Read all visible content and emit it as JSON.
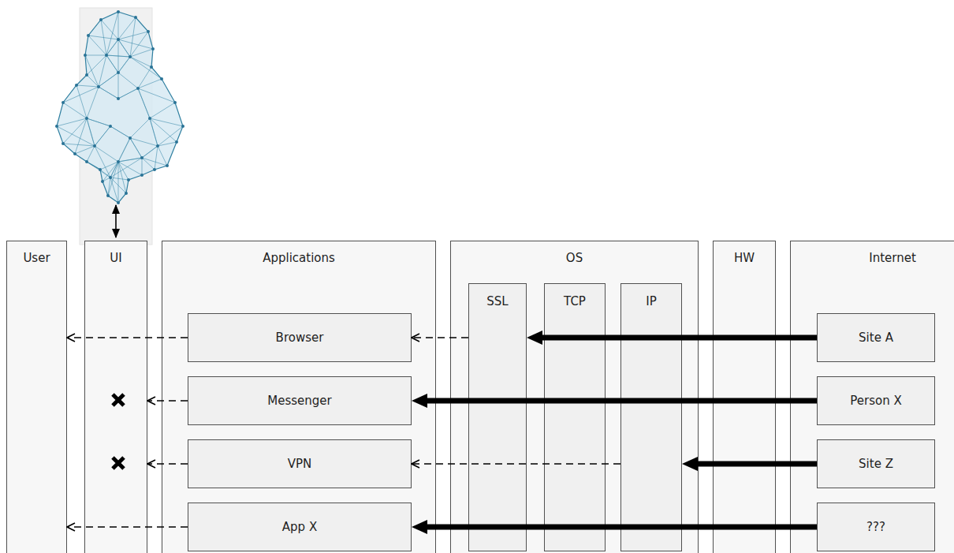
{
  "diagram": {
    "nodes": [
      {
        "text": [
          "User"
        ]
      },
      {
        "text": [
          "UI"
        ]
      },
      {
        "text": [
          "Applications"
        ]
      },
      {
        "text": [
          "Browser"
        ],
        "in": 2
      },
      {
        "text": [
          "Messenger"
        ],
        "in": 2
      },
      {
        "text": [
          "VPN"
        ],
        "in": 2
      },
      {
        "text": [
          "App X"
        ],
        "in": 2
      },
      {
        "text": [
          "OS"
        ]
      },
      {
        "text": [
          "SSL"
        ],
        "in": 7
      },
      {
        "text": [
          "TCP"
        ],
        "in": 7
      },
      {
        "text": [
          "IP"
        ],
        "in": 7
      },
      {
        "text": [
          "HW"
        ]
      },
      {
        "text": [
          "Internet"
        ]
      },
      {
        "text": [
          "Site A"
        ],
        "in": 12
      },
      {
        "text": [
          "Person X"
        ],
        "in": 12
      },
      {
        "text": [
          "Site Z"
        ],
        "in": 12
      },
      {
        "text": [
          "???"
        ],
        "in": 12
      }
    ],
    "edges": [
      {
        "from": 13,
        "to": 8,
        "arrow": "to"
      },
      {
        "from": 8,
        "to": 3,
        "arrow": "to"
      },
      {
        "from": 3,
        "to": 0,
        "arrow": "to"
      },
      {
        "from": 14,
        "to": 4,
        "arrow": "to"
      },
      {
        "from": 4,
        "to": 1,
        "arrow": "to"
      },
      {
        "from": 15,
        "to": 10,
        "arrow": "to"
      },
      {
        "from": 10,
        "to": 5,
        "arrow": "to"
      },
      {
        "from": 5,
        "to": 1,
        "arrow": "to"
      },
      {
        "from": 16,
        "to": 6,
        "arrow": "to"
      },
      {
        "from": 6,
        "to": 0,
        "arrow": "to"
      }
    ]
  }
}
